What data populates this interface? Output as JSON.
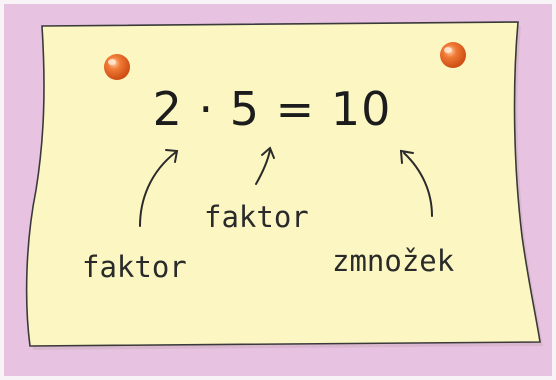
{
  "equation": {
    "factor_a": "2",
    "dot": "·",
    "factor_b": "5",
    "equals": "=",
    "product": "10"
  },
  "labels": {
    "left": "faktor",
    "middle": "faktor",
    "right": "zmnožek"
  },
  "colors": {
    "background": "#e8c3e1",
    "note": "#fcf7c2",
    "pin": "#e8611c",
    "ink": "#1c1c1c"
  }
}
